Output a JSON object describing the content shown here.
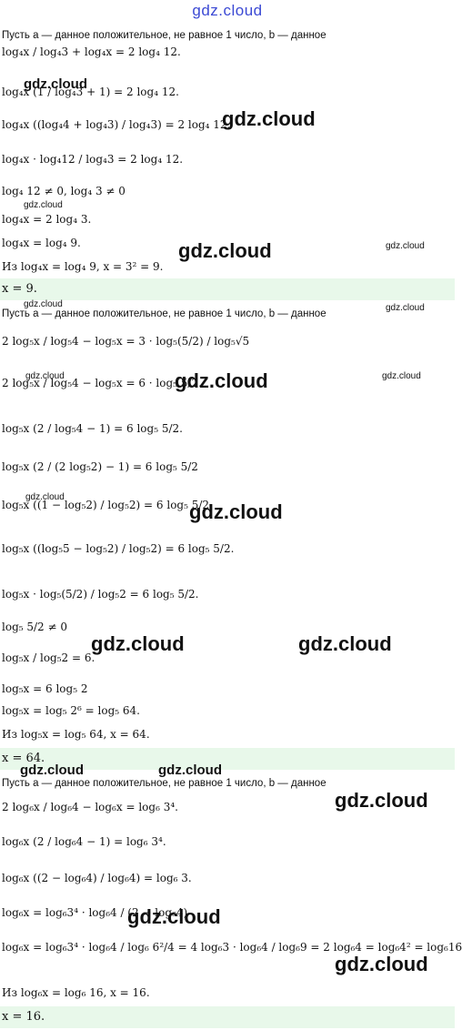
{
  "header": {
    "logo_text": "gdz.cloud"
  },
  "watermark": {
    "text": "gdz.cloud"
  },
  "sections": [
    {
      "intro": "Пусть a — данное положительное, не равное 1 число, b — данное",
      "lines": [
        "log₄x / log₄3 + log₄x = 2 log₄ 12.",
        "log₄x (1 / log₄3 + 1) = 2 log₄ 12.",
        "log₄x ((log₄4 + log₄3) / log₄3) = 2 log₄ 12.",
        "log₄x · log₄12 / log₄3 = 2 log₄ 12.",
        "log₄ 12 ≠ 0, log₄ 3 ≠ 0",
        "log₄x = 2 log₄ 3.",
        "log₄x = log₄ 9.",
        "Из log₄x = log₄ 9, x = 3² = 9."
      ],
      "answer": "x = 9."
    },
    {
      "intro": "Пусть a — данное положительное, не равное 1 число, b — данное",
      "lines": [
        "2 log₅x / log₅4 − log₅x = 3 · log₅(5/2) / log₅√5",
        "2 log₅x / log₅4 − log₅x = 6 · log₅ 5/2.",
        "log₅x (2 / log₅4 − 1) = 6 log₅ 5/2.",
        "log₅x (2 / (2 log₅2) − 1) = 6 log₅ 5/2",
        "log₅x ((1 − log₅2) / log₅2) = 6 log₅ 5/2",
        "log₅x ((log₅5 − log₅2) / log₅2) = 6 log₅ 5/2.",
        "log₅x · log₅(5/2) / log₅2 = 6 log₅ 5/2.",
        "log₅ 5/2 ≠ 0",
        "log₅x / log₅2 = 6.",
        "log₅x = 6 log₅ 2",
        "log₅x = log₅ 2⁶ = log₅ 64.",
        "Из log₅x = log₅ 64, x = 64."
      ],
      "answer": "x = 64."
    },
    {
      "intro": "Пусть a — данное положительное, не равное 1 число, b — данное",
      "lines": [
        "2 log₆x / log₆4 − log₆x = log₆ 3⁴.",
        "log₆x (2 / log₆4 − 1) = log₆ 3⁴.",
        "log₆x ((2 − log₆4) / log₆4) = log₆ 3.",
        "log₆x = log₆3⁴ · log₆4 / (2 − log₆4)",
        "log₆x = log₆3⁴ · log₆4 / log₆ 6²/4 = 4 log₆3 · log₆4 / log₆9 = 2 log₆4 = log₆4² = log₆16",
        "Из log₆x = log₆ 16, x = 16."
      ],
      "answer": "x = 16."
    }
  ]
}
